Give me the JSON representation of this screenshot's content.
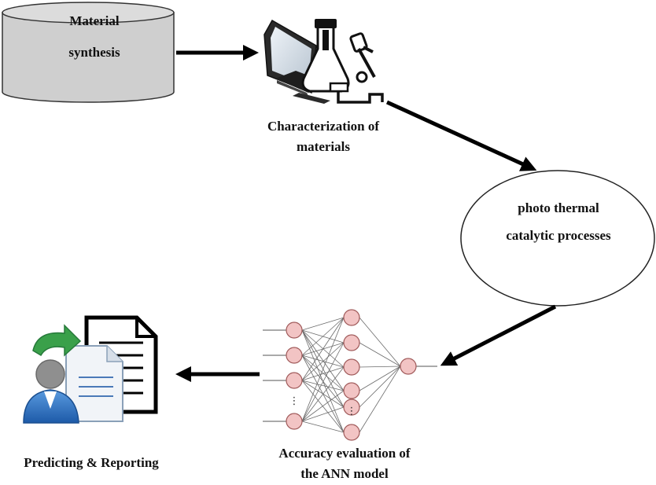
{
  "nodes": {
    "material_synthesis": {
      "line1": "Material",
      "line2": "synthesis"
    },
    "characterization": {
      "line1": "Characterization of",
      "line2": "materials"
    },
    "photo_thermal": {
      "line1": "photo thermal",
      "line2": "catalytic processes"
    },
    "ann_evaluation": {
      "line1": "Accuracy evaluation of",
      "line2": "the ANN model"
    },
    "predicting": {
      "label": "Predicting & Reporting"
    }
  },
  "ann": {
    "layers": [
      6,
      6,
      1
    ],
    "visible_nodes": [
      4,
      6,
      1
    ],
    "ellipsis_glyph": "⋮"
  },
  "colors": {
    "cylinder_fill": "#cfcfcf",
    "neuron_fill": "#f2c4c4",
    "neuron_stroke": "#a05a5a",
    "arrow": "#000000",
    "avatar_blue": "#2f76c9",
    "avatar_gray": "#8f8f8f",
    "green_arrow": "#3aa04a"
  },
  "icons": [
    "computer-icon",
    "flask-icon",
    "microscope-icon",
    "report-document-icon",
    "user-icon"
  ]
}
